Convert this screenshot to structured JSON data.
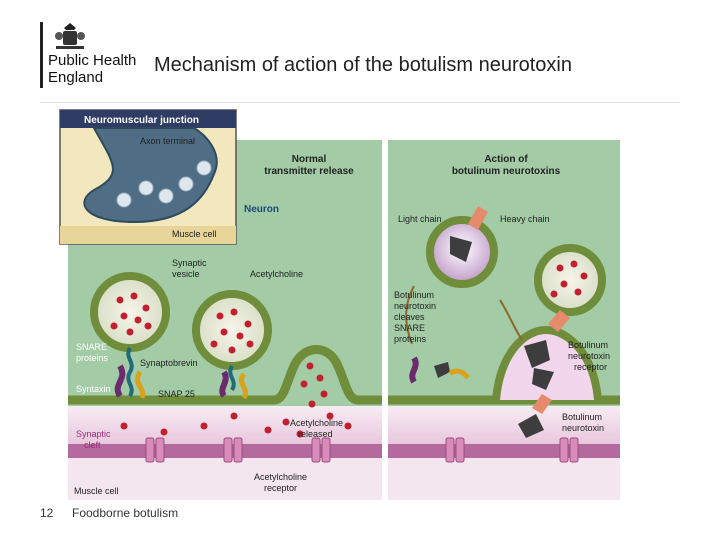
{
  "header": {
    "org_name_line1": "Public Health",
    "org_name_line2": "England",
    "title": "Mechanism of action of the botulism neurotoxin"
  },
  "inset": {
    "title": "Neuromuscular junction",
    "axon_terminal": "Axon terminal",
    "neuron": "Neuron",
    "muscle_cell": "Muscle cell"
  },
  "panels": {
    "normal_line1": "Normal",
    "normal_line2": "transmitter release",
    "action_line1": "Action of",
    "action_line2": "botulinum neurotoxins"
  },
  "labels": {
    "synaptic_vesicle_1": "Synaptic",
    "synaptic_vesicle_2": "vesicle",
    "acetylcholine": "Acetylcholine",
    "snare_1": "SNARE",
    "snare_2": "proteins",
    "synaptobrevin": "Synaptobrevin",
    "syntaxin": "Syntaxin",
    "snap25": "SNAP 25",
    "cleft_1": "Synaptic",
    "cleft_2": "cleft",
    "ach_released_1": "Acetylcholine",
    "ach_released_2": "released",
    "ach_receptor_1": "Acetylcholine",
    "ach_receptor_2": "receptor",
    "muscle_cell": "Muscle cell",
    "light_chain": "Light chain",
    "heavy_chain": "Heavy chain",
    "cleaves_1": "Botulinum",
    "cleaves_2": "neurotoxin",
    "cleaves_3": "cleaves",
    "cleaves_4": "SNARE",
    "cleaves_5": "proteins",
    "bont_receptor_1": "Botulinum",
    "bont_receptor_2": "neurotoxin",
    "bont_receptor_3": "receptor",
    "bont_1": "Botulinum",
    "bont_2": "neurotoxin"
  },
  "footer": {
    "page_number": "12",
    "text": "Foodborne botulism"
  },
  "colors": {
    "inset_bg": "#f3e7bd",
    "inset_title_bg": "#2f3c63",
    "panel_bg": "#9fc7a2",
    "membrane": "#6f8d3a",
    "cleft": "#f0e1ec",
    "muscle": "#b46a9c",
    "vesicle_dot": "#c2202e",
    "title_text": "#222222"
  }
}
